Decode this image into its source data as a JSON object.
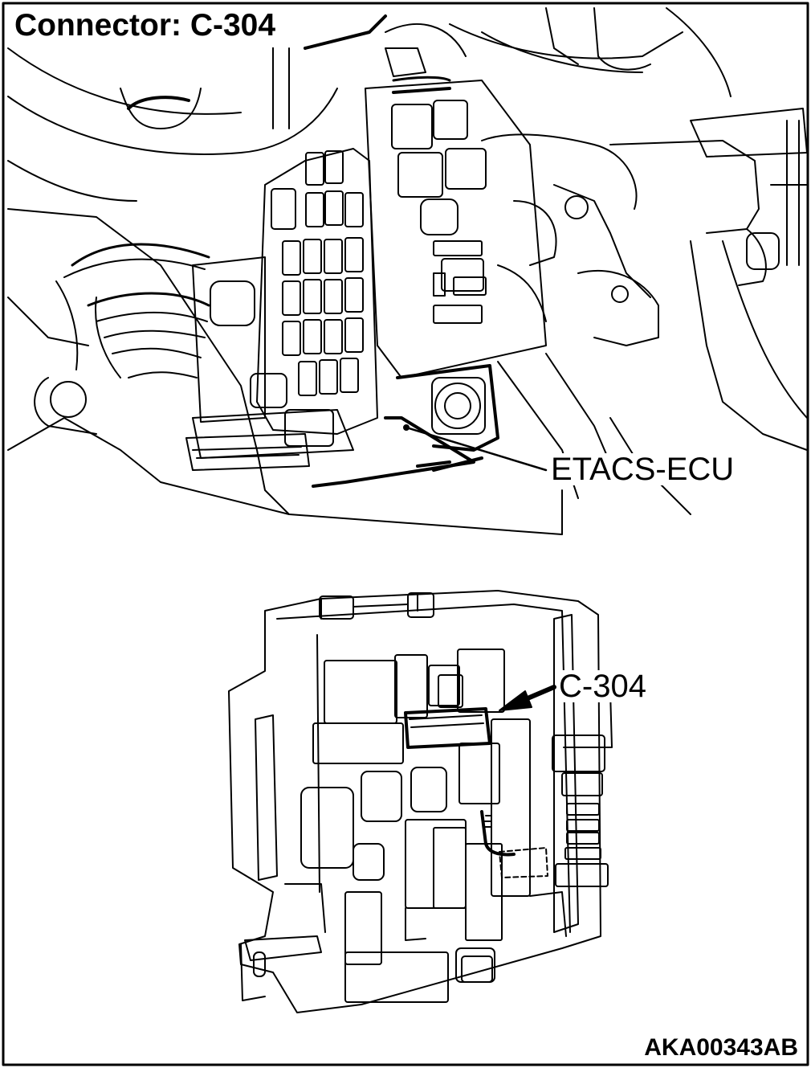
{
  "header": {
    "title": "Connector: C-304"
  },
  "callouts": {
    "unit_label": "ETACS-ECU",
    "connector_label": "C-304"
  },
  "footer": {
    "figure_code": "AKA00343AB"
  },
  "style": {
    "line_color": "#000000",
    "background": "#ffffff"
  }
}
